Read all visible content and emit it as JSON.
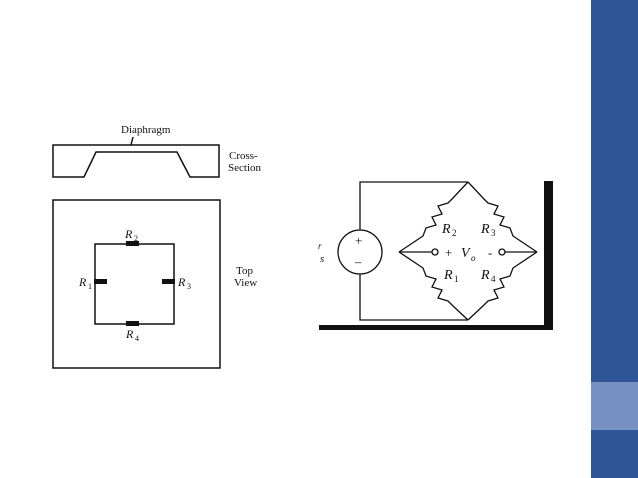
{
  "slide": {
    "colors": {
      "sidebar": "#2e5596",
      "sidebar_accent": "#7690c4",
      "ink": "#111111"
    }
  },
  "left_figure": {
    "diaphragm_label": "Diaphragm",
    "cross_section_label_line1": "Cross-",
    "cross_section_label_line2": "Section",
    "top_view_label_line1": "Top",
    "top_view_label_line2": "View",
    "resistors": {
      "r1": "R",
      "r2": "R",
      "r3": "R",
      "r4": "R",
      "sub1": "1",
      "sub2": "2",
      "sub3": "3",
      "sub4": "4"
    }
  },
  "right_figure": {
    "source_plus": "+",
    "source_minus": "–",
    "source_label_r": "r",
    "source_label_s": "s",
    "r2": "R",
    "r2_sub": "2",
    "r3": "R",
    "r3_sub": "3",
    "r1": "R",
    "r1_sub": "1",
    "r4": "R",
    "r4_sub": "4",
    "vo_plus": "+",
    "vo_minus": "-",
    "vo": "V",
    "vo_sub": "o"
  }
}
